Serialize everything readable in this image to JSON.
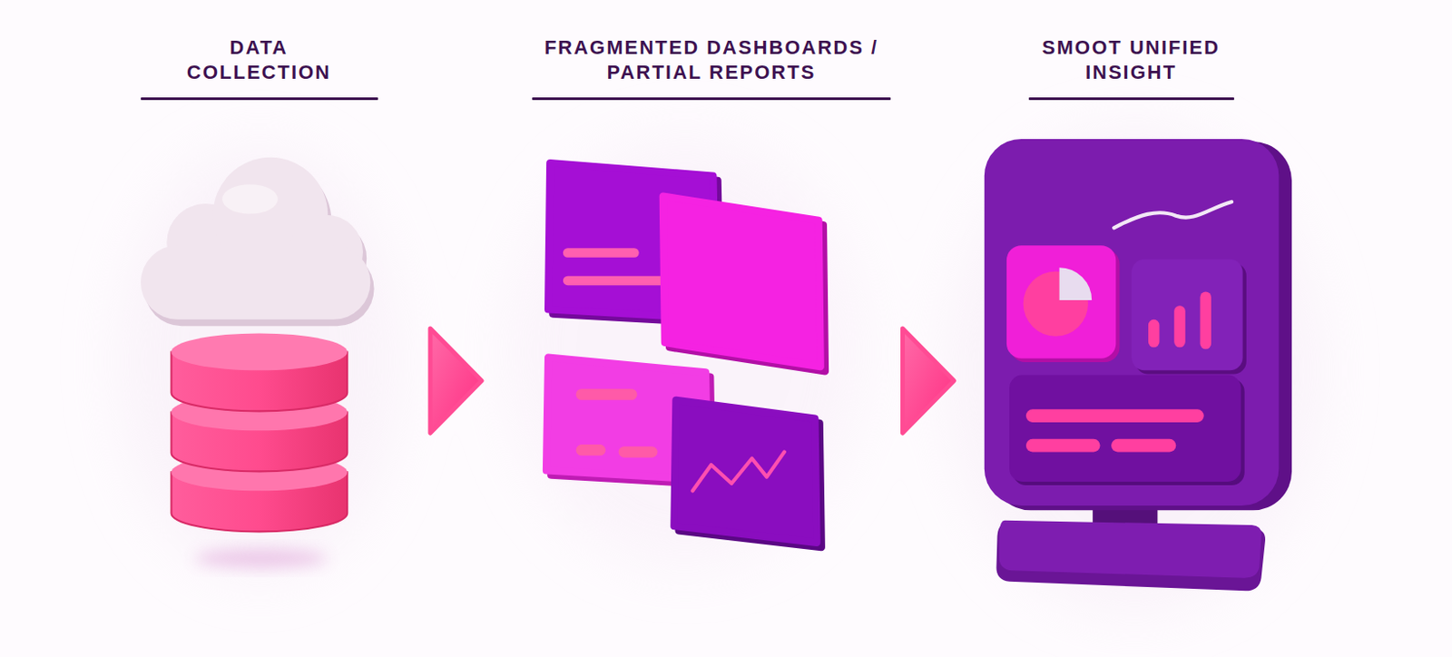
{
  "diagram": {
    "nodes": [
      {
        "text": [
          "DATA COLLECTION"
        ]
      },
      {
        "text": [
          "FRAGMENTED DASHBOARDS / PARTIAL REPORTS"
        ]
      },
      {
        "text": [
          "SMOOT UNIFIED INSIGHT"
        ]
      }
    ],
    "edges": [
      {
        "from": 0,
        "to": 1,
        "arrow": "to"
      },
      {
        "from": 1,
        "to": 2,
        "arrow": "to"
      }
    ]
  }
}
